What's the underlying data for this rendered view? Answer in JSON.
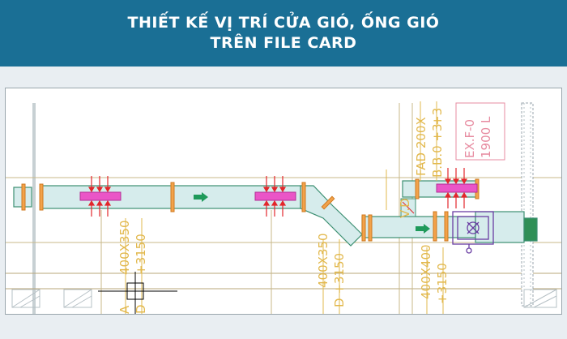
{
  "banner": {
    "title_line1": "THIẾT KẾ VỊ TRÍ CỬA GIÓ, ỐNG GIÓ",
    "title_line2": "TRÊN FILE CARD"
  },
  "drawing": {
    "labels": {
      "duct_1_size": "400X350",
      "duct_1_level": "+3150",
      "duct_2_size": "400X350",
      "duct_2_level": "D +3150",
      "duct_3_size": "400X400",
      "duct_3_level": "+3150",
      "fad_label": "FAD 200X",
      "fad_level": "+3",
      "fan_tag": "EX.F-0",
      "fan_flow": "1900 L",
      "vd_label": "V.D",
      "left_label": "A",
      "bottom_left": "D",
      "sb_label": "B.B.0 +3"
    },
    "colors": {
      "duct_stroke": "#3c8f72",
      "duct_fill": "#d6ecec",
      "flange": "#f2a24a",
      "grille": "#ea55c7",
      "arrow_red": "#e3262b",
      "flow_arrow": "#1e9a5a",
      "annotation": "#e2b84c",
      "structure": "#7a8b92",
      "fan_stroke": "#6a3ea3"
    }
  }
}
